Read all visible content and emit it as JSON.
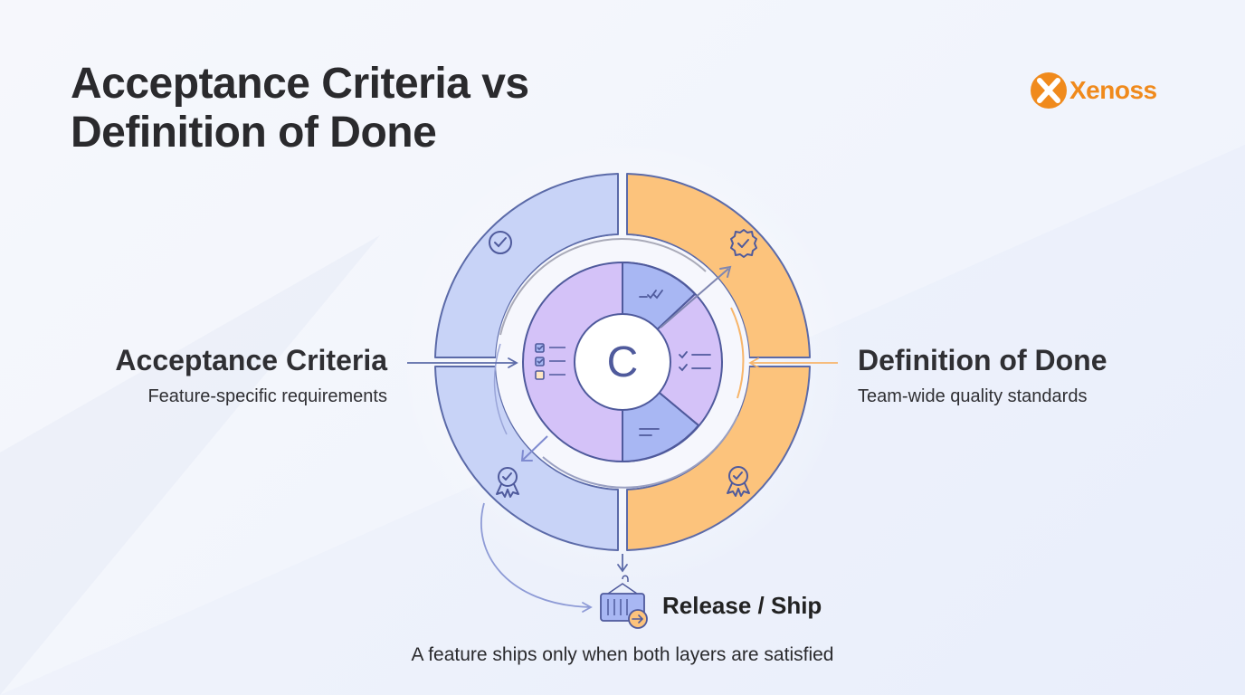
{
  "title": {
    "line1": "Acceptance Criteria vs",
    "line2": "Definition of Done"
  },
  "brand": {
    "name": "Xenoss",
    "color": "#f08a1c"
  },
  "left": {
    "title": "Acceptance Criteria",
    "subtitle": "Feature-specific requirements",
    "color": "#c7d2f7"
  },
  "right": {
    "title": "Definition of Done",
    "subtitle": "Team-wide quality standards",
    "color": "#fcc37c"
  },
  "center": {
    "glyph": "C",
    "color": "#d4c2f8"
  },
  "release": {
    "label": "Release / Ship"
  },
  "footnote": "A feature ships only when both layers are satisfied",
  "icons": [
    "check-circle-icon",
    "verified-badge-icon",
    "award-ribbon-icon",
    "checklist-icon",
    "shipping-container-icon"
  ]
}
